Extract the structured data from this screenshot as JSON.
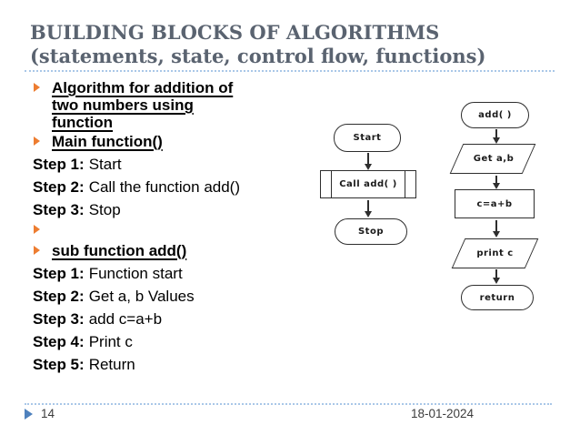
{
  "title": {
    "line1": "BUILDING BLOCKS OF ALGORITHMS",
    "line2": "(statements, state, control flow, functions)"
  },
  "colors": {
    "title_text": "#5a6370",
    "bullet_orange": "#ed7d31",
    "footer_marker_blue": "#4e81bd",
    "dotted_rule_blue": "#a9c7e8",
    "flowchart_stroke": "#2e2e2e"
  },
  "content": {
    "algorithm_heading_lines": [
      "Algorithm for addition of",
      "two numbers using",
      "function"
    ],
    "main_heading": "Main function()",
    "main_steps": [
      {
        "label": "Step 1:",
        "text": "Start"
      },
      {
        "label": "Step 2:",
        "text": "Call the function add()"
      },
      {
        "label": "Step 3:",
        "text": "Stop"
      }
    ],
    "sub_heading": "sub function add()",
    "sub_steps": [
      {
        "label": "Step 1:",
        "text": "Function start"
      },
      {
        "label": "Step 2:",
        "text": "Get a, b Values"
      },
      {
        "label": "Step 3:",
        "text": "add c=a+b"
      },
      {
        "label": "Step 4:",
        "text": "Print c"
      },
      {
        "label": "Step 5:",
        "text": "Return"
      }
    ]
  },
  "flowchart_main": {
    "nodes": [
      {
        "type": "terminator",
        "label": "Start"
      },
      {
        "type": "predefined-process",
        "label": "Call add( )"
      },
      {
        "type": "terminator",
        "label": "Stop"
      }
    ]
  },
  "flowchart_sub": {
    "nodes": [
      {
        "type": "terminator",
        "label": "add( )"
      },
      {
        "type": "input-output",
        "label": "Get a,b"
      },
      {
        "type": "process",
        "label": "c=a+b"
      },
      {
        "type": "input-output",
        "label": "print c"
      },
      {
        "type": "terminator",
        "label": "return"
      }
    ]
  },
  "footer": {
    "page_number": "14",
    "date": "18-01-2024"
  }
}
